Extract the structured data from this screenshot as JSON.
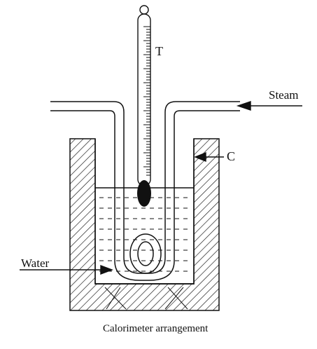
{
  "labels": {
    "thermometer": "T",
    "steam": "Steam",
    "calorimeter": "C",
    "water": "Water"
  },
  "caption": "Calorimeter arrangement"
}
